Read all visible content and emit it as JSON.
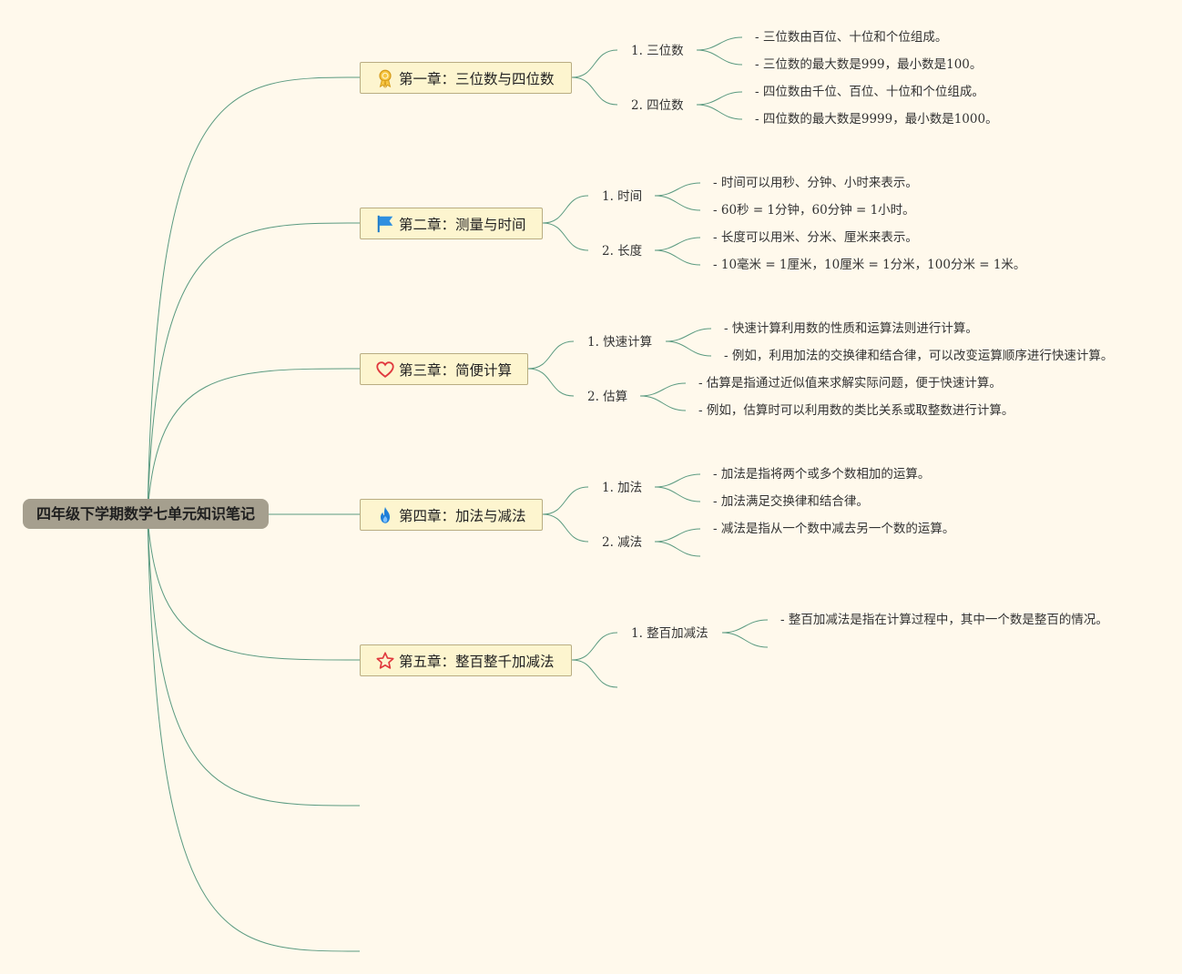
{
  "root": {
    "title": "四年级下学期数学七单元知识笔记"
  },
  "chapters": [
    {
      "title": "第一章：三位数与四位数",
      "icon": "award-ribbon-icon",
      "sections": [
        {
          "label": "1. 三位数",
          "points": [
            "- 三位数由百位、十位和个位组成。",
            "- 三位数的最大数是999，最小数是100。"
          ]
        },
        {
          "label": "2. 四位数",
          "points": [
            "- 四位数由千位、百位、十位和个位组成。",
            "- 四位数的最大数是9999，最小数是1000。"
          ]
        }
      ]
    },
    {
      "title": "第二章：测量与时间",
      "icon": "flag-icon",
      "sections": [
        {
          "label": "1. 时间",
          "points": [
            "- 时间可以用秒、分钟、小时来表示。",
            "- 60秒 = 1分钟，60分钟 = 1小时。"
          ]
        },
        {
          "label": "2. 长度",
          "points": [
            "- 长度可以用米、分米、厘米来表示。",
            "- 10毫米 = 1厘米，10厘米 = 1分米，100分米 = 1米。"
          ]
        }
      ]
    },
    {
      "title": "第三章：简便计算",
      "icon": "heart-icon",
      "sections": [
        {
          "label": "1. 快速计算",
          "points": [
            "- 快速计算利用数的性质和运算法则进行计算。",
            "- 例如，利用加法的交换律和结合律，可以改变运算顺序进行快速计算。"
          ]
        },
        {
          "label": "2. 估算",
          "points": [
            "- 估算是指通过近似值来求解实际问题，便于快速计算。",
            "- 例如，估算时可以利用数的类比关系或取整数进行计算。"
          ]
        }
      ]
    },
    {
      "title": "第四章：加法与减法",
      "icon": "flame-icon",
      "sections": [
        {
          "label": "1. 加法",
          "points": [
            "- 加法是指将两个或多个数相加的运算。",
            "- 加法满足交换律和结合律。"
          ]
        },
        {
          "label": "2. 减法",
          "points": [
            "- 减法是指从一个数中减去另一个数的运算。"
          ]
        }
      ]
    },
    {
      "title": "第五章：整百整千加减法",
      "icon": "star-icon",
      "sections": [
        {
          "label": "1. 整百加减法",
          "points": [
            "- 整百加减法是指在计算过程中，其中一个数是整百的情况。"
          ]
        }
      ]
    }
  ],
  "colors": {
    "background": "#fff9ec",
    "link": "#5a9a80",
    "root_fill": "#a59f8e",
    "chapter_fill": "#fdf5cf",
    "chapter_border": "#b9ad82"
  }
}
